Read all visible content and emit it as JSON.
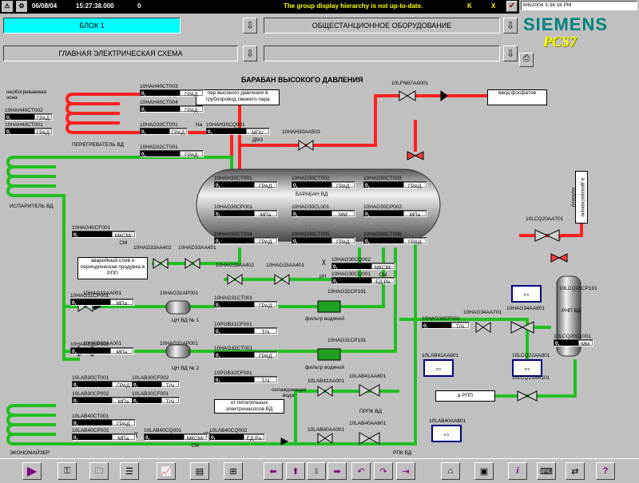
{
  "topbar": {
    "date": "06/08/04",
    "time": "15:27:38.000",
    "counter": "0",
    "message": "The group display hierarchy is not up-to-date.",
    "k": "K",
    "x": "X"
  },
  "right_panel": {
    "datetime": "8/6/2004 3:34:16 PM",
    "brand": "SIEMENS",
    "product": "PCS7"
  },
  "nav": {
    "block1": "БЛОК 1",
    "general_equipment": "ОБЩЕСТАНЦИОННОЕ ОБОРУДОВАНИЕ",
    "main_scheme": "ГЛАВНАЯ ЭЛЕКТРИЧЕСКАЯ СХЕМА",
    "empty": ""
  },
  "title": "БАРАБАН ВЫСОКОГО ДАВЛЕНИЯ",
  "labels": {
    "unheated_zone": "необогреваемая зона",
    "superheater": "ПЕРЕГРЕВАТЕЛЬ ВД",
    "evaporator": "ИСПАРИТЕЛЬ ВД",
    "economizer": "ЭКОНОМАЙЗЕР",
    "drum": "БАРАБАН ВД",
    "na": "Na",
    "steam_box": "пар высокого давления в трубопровод свежего пара",
    "phosphate_box": "ввод фосфатов",
    "drain_box": "аварийный слив и периодическая продувка в РПП",
    "feed_box": "от питательных электронасосов ВД",
    "to_rpp_box": "в РПП",
    "to_deaerator": "в деаэраторную колонну",
    "pump1": "ЦН ВД № 1",
    "pump2": "ЦН ВД № 2",
    "filter1": "фильтр водяной",
    "filter2": "фильтр водяной",
    "cooling_water": "охлаждающая вода",
    "prpk": "ПРПК ВД",
    "rpk": "РПК ВД",
    "rnp": "РНП ВД",
    "chi1": "χ",
    "ph1": "pH",
    "chi2": "χ",
    "ph2": "pH"
  },
  "tags": [
    {
      "tag": "10HAH40CT002",
      "value": "0,",
      "unit": "ГРАД"
    },
    {
      "tag": "10HAH40CT001",
      "value": "0,",
      "unit": "ГРАД"
    },
    {
      "tag": "10HAH40CT003",
      "value": "0,",
      "unit": "ГРАД"
    },
    {
      "tag": "10HAH40CT004",
      "value": "0,",
      "unit": "ГРАД"
    },
    {
      "tag": "10HAD30CT001",
      "value": "0,",
      "unit": "ГРАД"
    },
    {
      "tag": "10HAH30CQ001",
      "value": "0,",
      "unit": "МГК/ДМ3"
    },
    {
      "tag": "10HAD32CT001",
      "value": "0,",
      "unit": "ГРАД"
    },
    {
      "tag": "10HAH30CT001",
      "value": "0,",
      "unit": "ГРАД"
    },
    {
      "tag": "10HAD30CT002",
      "value": "0,",
      "unit": "ГРАД"
    },
    {
      "tag": "10HAD30CT003",
      "value": "0,",
      "unit": "ГРАД"
    },
    {
      "tag": "10HAD30CP001",
      "value": "0,",
      "unit": "МПа"
    },
    {
      "tag": "10HAD30CL001",
      "value": "0,",
      "unit": "ММ"
    },
    {
      "tag": "10HAD30CP002",
      "value": "0,",
      "unit": "МПа"
    },
    {
      "tag": "10HAH30CT004",
      "value": "0,",
      "unit": "ГРАД"
    },
    {
      "tag": "10HAD30CT005",
      "value": "0,",
      "unit": "ГРАД"
    },
    {
      "tag": "10HAD30CT006",
      "value": "0,",
      "unit": "ГРАД"
    },
    {
      "tag": "10HAG40CF001",
      "value": "0,",
      "unit": "МКСМ/СМ"
    },
    {
      "tag": "10HAG30CQ002",
      "value": "0,",
      "unit": "МКСМ/СМ"
    },
    {
      "tag": "10HAG30CQ001",
      "value": "0,",
      "unit": "ЕД.Рн"
    },
    {
      "tag": "10HAG31CP001",
      "value": "0,",
      "unit": "МПа"
    },
    {
      "tag": "10HAG31CT001",
      "value": "0,",
      "unit": "ГРАД"
    },
    {
      "tag": "10PGB31CF001",
      "value": "0,",
      "unit": "Т/Ч"
    },
    {
      "tag": "10HAG32CP001",
      "value": "0,",
      "unit": "МПа"
    },
    {
      "tag": "10HAG32CT001",
      "value": "0,",
      "unit": "ГРАД"
    },
    {
      "tag": "10PGB32CF001",
      "value": "0,",
      "unit": "Т/Ч"
    },
    {
      "tag": "10LAB30CT001",
      "value": "0,",
      "unit": "ГРАД"
    },
    {
      "tag": "10LAB30CF002",
      "value": "0,",
      "unit": "Т/Ч"
    },
    {
      "tag": "10LAB30CP002",
      "value": "0,",
      "unit": "МПа"
    },
    {
      "tag": "10LAB30CF001",
      "value": "0,",
      "unit": "Т/Ч"
    },
    {
      "tag": "10LAB40CT001",
      "value": "0,",
      "unit": "ГРАД"
    },
    {
      "tag": "10LAB40CP001",
      "value": "0,",
      "unit": "МПа"
    },
    {
      "tag": "10LAB40CQ001",
      "value": "0,",
      "unit": "МКСМ/СМ"
    },
    {
      "tag": "10LAB40CQ002",
      "value": "0,",
      "unit": "ЕД.Рн"
    },
    {
      "tag": "10HAG34CF001",
      "value": "0,",
      "unit": "Т/Ч"
    },
    {
      "tag": "10LCQ20CL001",
      "value": "0,",
      "unit": "ММ"
    }
  ],
  "valves": {
    "v1": "10LFN67AA001",
    "v2": "10HAH30AA503",
    "v3": "10HAD33AA402",
    "v4": "10HAD33AA401",
    "v5": "10HAG33AA402",
    "v6": "10HAG33AA401",
    "v7": "10HAG31AA001",
    "v8": "10HAG31AP001",
    "v9": "10HAG32AA001",
    "v10": "10HAG32AP001",
    "v11": "10HAG32CP191",
    "v12": "10HAG31CP191",
    "v13": "10LAB41AA001",
    "v14": "10LAB41AA801",
    "v15": "10LAB40AA001",
    "v16": "10LAB40AA801",
    "v17": "10HAG34AA701",
    "v18": "10HAG34AA801",
    "v19": "10LCQ20AA701",
    "v20": "10LCQ20CP191",
    "v21": "10LAB41AA801",
    "v22": "10LCQ21AA801",
    "v23": "10LCQ21AA101",
    "v24": "10LAB40AA801"
  },
  "colors": {
    "hot_pipe": "#ff0000",
    "water_pipe": "#00c000",
    "background": "#c0c0c0"
  }
}
